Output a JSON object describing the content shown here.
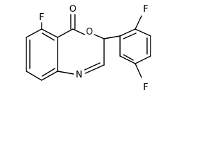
{
  "molecule": {
    "atoms": {
      "carbonyl_oxygen": "O",
      "ring_oxygen": "O",
      "ring_nitrogen": "N",
      "fluorine_left": "F",
      "fluorine_top_right": "F",
      "fluorine_bottom_right": "F"
    }
  },
  "colors": {
    "bond": "#000000",
    "label": "#000000",
    "background": "#ffffff"
  }
}
